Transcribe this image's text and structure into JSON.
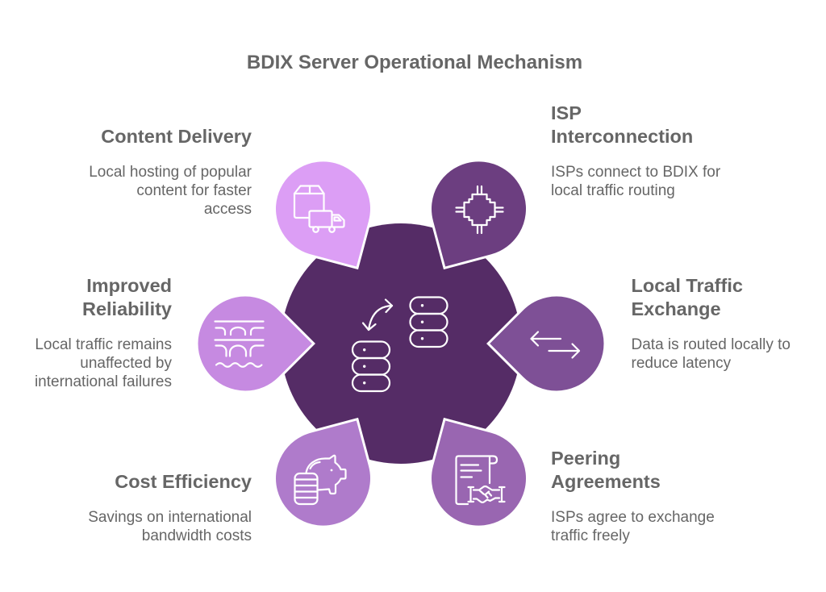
{
  "title": "BDIX Server Operational Mechanism",
  "colors": {
    "text": "#666666",
    "background": "#FFFFFF",
    "icon_stroke": "#FFFFFF"
  },
  "center": {
    "icon": "server-exchange-icon",
    "color": "#552C66"
  },
  "items": [
    {
      "heading": [
        "Content Delivery"
      ],
      "description": [
        "Local hosting of popular",
        "content for faster",
        "access"
      ],
      "icon": "delivery-box-truck-icon",
      "color": "#DC9EF5"
    },
    {
      "heading": [
        "ISP",
        "Interconnection"
      ],
      "description": [
        "ISPs connect to BDIX for",
        "local traffic routing"
      ],
      "icon": "circuit-chip-icon",
      "color": "#6C3E80"
    },
    {
      "heading": [
        "Local Traffic",
        "Exchange"
      ],
      "description": [
        "Data is routed locally to",
        "reduce latency"
      ],
      "icon": "exchange-arrows-icon",
      "color": "#7E5096"
    },
    {
      "heading": [
        "Peering",
        "Agreements"
      ],
      "description": [
        "ISPs agree to exchange",
        "traffic freely"
      ],
      "icon": "contract-handshake-icon",
      "color": "#9966B1"
    },
    {
      "heading": [
        "Cost Efficiency"
      ],
      "description": [
        "Savings on international",
        "bandwidth costs"
      ],
      "icon": "piggy-bank-coins-icon",
      "color": "#AF7BCB"
    },
    {
      "heading": [
        "Improved",
        "Reliability"
      ],
      "description": [
        "Local traffic remains",
        "unaffected by",
        "international failures"
      ],
      "icon": "bridge-icon",
      "color": "#C68AE1"
    }
  ]
}
